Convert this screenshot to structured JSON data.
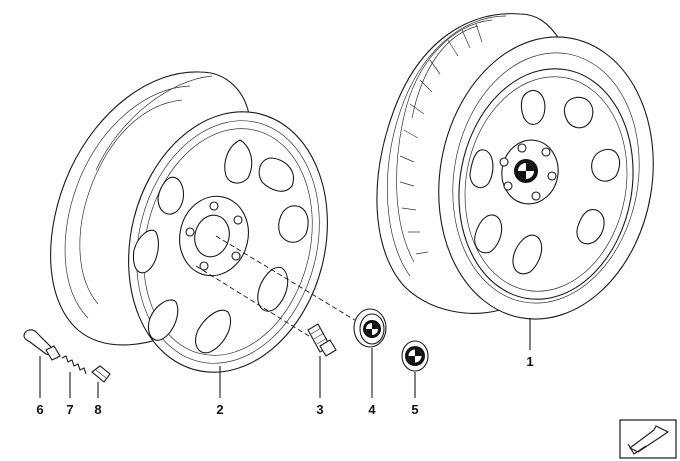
{
  "parts": [
    {
      "number": "1",
      "name": "tyre-with-wheel"
    },
    {
      "number": "2",
      "name": "light-alloy-rim"
    },
    {
      "number": "3",
      "name": "wheel-bolt"
    },
    {
      "number": "4",
      "name": "hub-cap"
    },
    {
      "number": "5",
      "name": "emblem"
    },
    {
      "number": "6",
      "name": "tire-valve"
    },
    {
      "number": "7",
      "name": "valve-insert"
    },
    {
      "number": "8",
      "name": "valve-cap"
    }
  ],
  "icons": {
    "navigation": "arrow-icon"
  }
}
